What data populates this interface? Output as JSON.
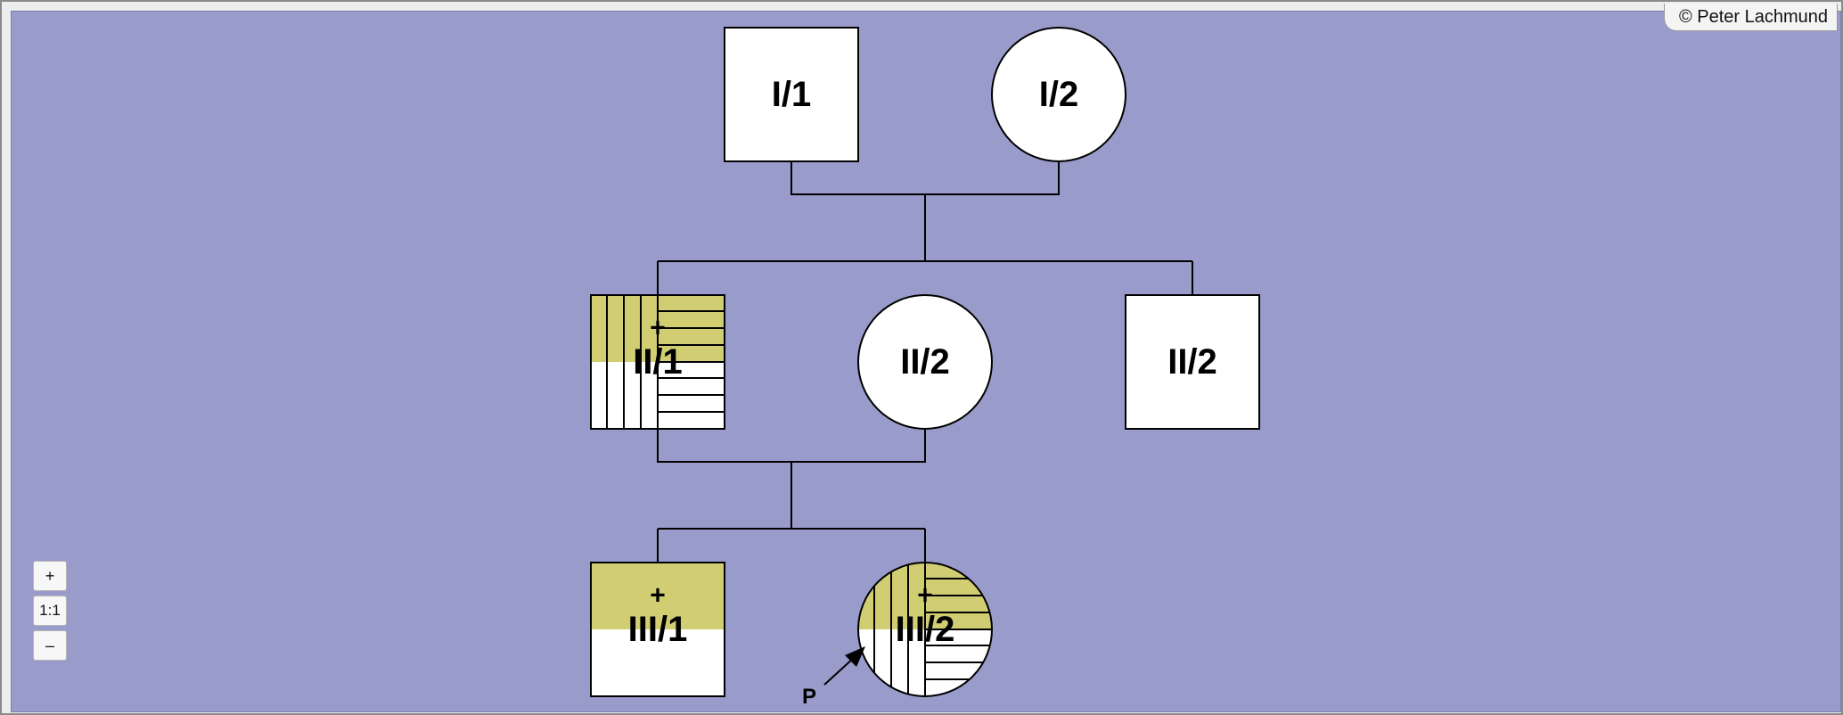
{
  "copyright": "© Peter Lachmund",
  "zoom": {
    "in_label": "+",
    "reset_label": "1:1",
    "out_label": "–"
  },
  "colors": {
    "background": "#999bca",
    "affected_fill": "#d1cd73",
    "symbol_fill": "#ffffff",
    "line": "#000000"
  },
  "pedigree": {
    "generation_1": {
      "father": {
        "label": "I/1",
        "sex": "male",
        "marker": ""
      },
      "mother": {
        "label": "I/2",
        "sex": "female",
        "marker": ""
      }
    },
    "generation_2": {
      "son_affected": {
        "label": "II/1",
        "sex": "male",
        "marker": "+",
        "pattern": "yellow-top-vertical-horizontal-stripes"
      },
      "spouse": {
        "label": "II/2",
        "sex": "female",
        "marker": ""
      },
      "son": {
        "label": "II/2",
        "sex": "male",
        "marker": ""
      }
    },
    "generation_3": {
      "son": {
        "label": "III/1",
        "sex": "male",
        "marker": "+",
        "pattern": "yellow-top"
      },
      "daughter_proband": {
        "label": "III/2",
        "sex": "female",
        "marker": "+",
        "pattern": "yellow-top-vertical-horizontal-stripes"
      }
    },
    "proband_label": "P"
  }
}
